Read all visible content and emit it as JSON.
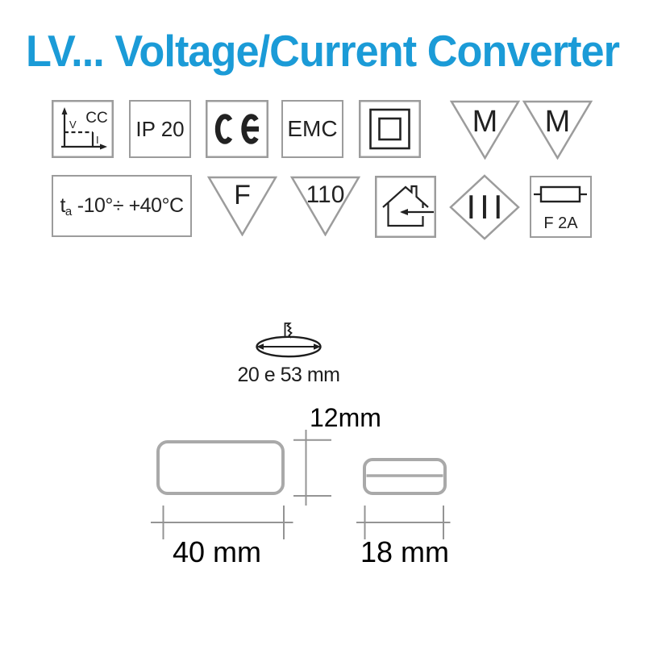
{
  "title": "LV... Voltage/Current Converter",
  "colors": {
    "accent": "#1b9bd7",
    "symbol_border": "#9c9c9c",
    "ink": "#222222",
    "drawing_gray": "#a9a9a9",
    "dim_line_gray": "#949494"
  },
  "symbols": {
    "cc": {
      "label": "CC",
      "v_axis": "V",
      "i_axis": "I",
      "icon": "constant-current-vi-graph"
    },
    "ip": {
      "label": "IP 20"
    },
    "ce": {
      "icon": "ce-mark"
    },
    "emc": {
      "label": "EMC"
    },
    "class2": {
      "icon": "class-ii-double-square"
    },
    "m1": {
      "label": "M"
    },
    "m2": {
      "label": "M"
    },
    "ta": {
      "prefix": "t",
      "sub": "a",
      "range": "-10°÷ +40°C"
    },
    "f": {
      "label": "F"
    },
    "v110": {
      "label": "110"
    },
    "indoor": {
      "icon": "indoor-use-house-arrow"
    },
    "class3": {
      "label": "III"
    },
    "fuse": {
      "label": "F 2A",
      "icon": "fuse-symbol"
    }
  },
  "cutout": {
    "label": "20 e 53 mm",
    "icon": "ceiling-hole-saw-ellipse"
  },
  "dims": {
    "height": "12mm",
    "body_width": "40 mm",
    "end_width": "18 mm"
  }
}
